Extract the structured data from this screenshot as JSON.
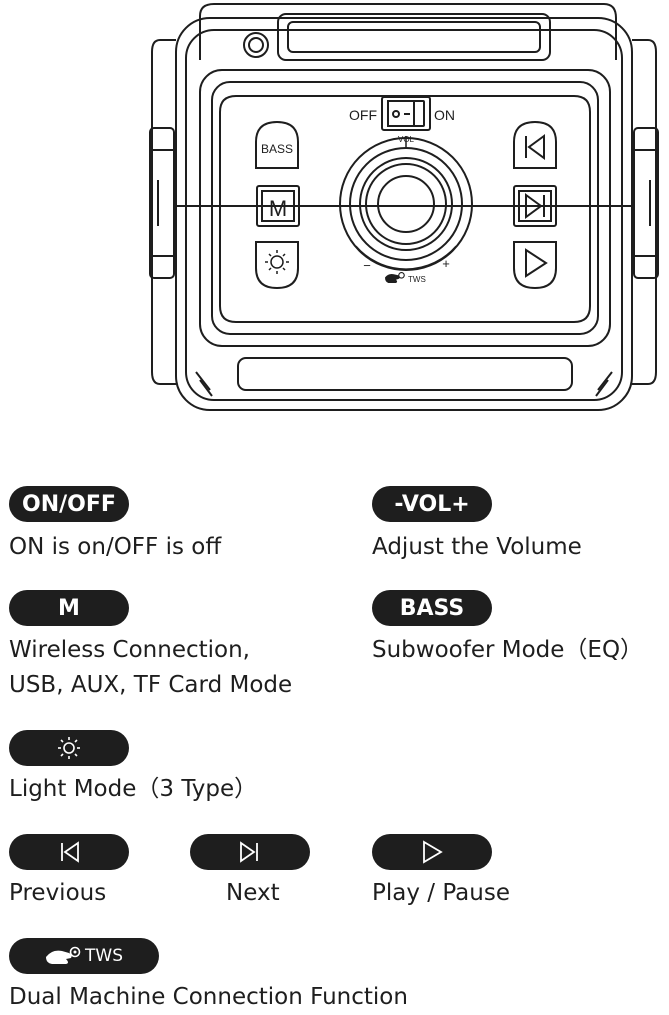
{
  "speaker": {
    "switch_off_label": "OFF",
    "switch_on_label": "ON",
    "vol_label": "VOL",
    "minus_label": "−",
    "plus_label": "+",
    "bass_button_label": "BASS",
    "mode_button_label": "M",
    "tws_label": "TWS"
  },
  "legend": {
    "onoff": {
      "badge": "ON/OFF",
      "description": "ON is on/OFF is off"
    },
    "vol": {
      "badge": "-VOL+",
      "description": "Adjust the Volume"
    },
    "mode": {
      "badge": "M",
      "line1": "Wireless Connection,",
      "line2": "USB, AUX, TF Card Mode"
    },
    "bass": {
      "badge": "BASS",
      "description": "Subwoofer Mode（EQ）"
    },
    "light": {
      "description": "Light Mode（3 Type）"
    },
    "previous": {
      "description": "Previous"
    },
    "next": {
      "description": "Next"
    },
    "play": {
      "description": "Play / Pause"
    },
    "tws": {
      "badge": "TWS",
      "description": "Dual Machine Connection Function"
    }
  },
  "icons": [
    "light-sun-icon",
    "previous-track-icon",
    "next-track-icon",
    "play-icon",
    "tws-hand-icon"
  ],
  "colors": {
    "ink": "#1e1e1e",
    "background": "#ffffff"
  }
}
